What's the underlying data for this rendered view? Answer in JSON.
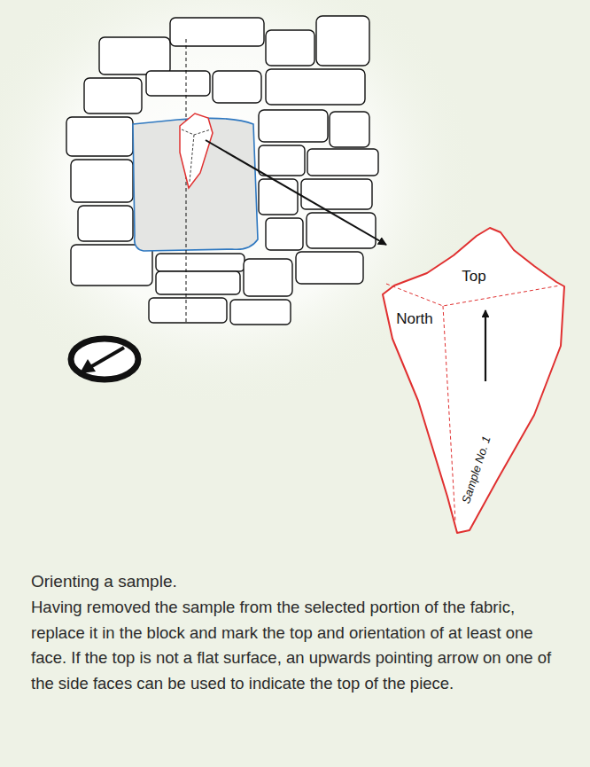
{
  "diagram": {
    "title": "Orienting a sample.",
    "caption": "Having removed the sample from the selected portion of the fabric, replace it in the block and mark the top and orientation of at least one face. If the top is not a flat surface, an upwards pointing arrow on one of the side faces can be used to indicate the top of the piece.",
    "nodes": [
      {
        "text": [
          "Top",
          "North",
          "Sample No. 1"
        ]
      }
    ]
  }
}
